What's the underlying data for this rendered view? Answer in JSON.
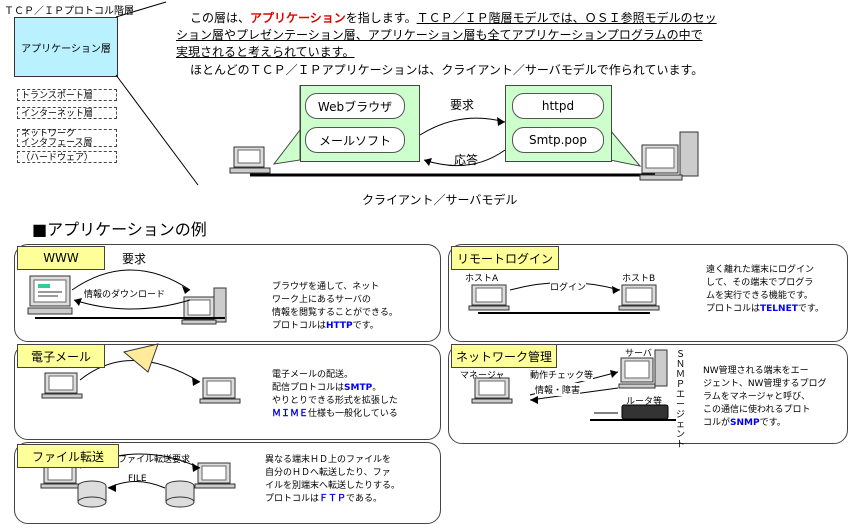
{
  "layers": {
    "title": "ＴＣＰ／ＩＰプロトコル階層",
    "application": "アプリケーション層",
    "transport": "トランスポート層",
    "internet": "インターネット層",
    "netif": "ネットワーク\nインタフェース層",
    "hardware": "（ハードウェア）"
  },
  "intro": {
    "p1_a": "この層は、",
    "p1_red": "アプリケーション",
    "p1_b": "を指します。",
    "p1_ul1": "ＴＣＰ／ＩＰ階層モデルでは、ＯＳＩ参照モデルのセッ",
    "p1_ul2": "ション層やプレゼンテーション層、アプリケーション層も全てアプリケーションプログラムの中で",
    "p1_ul3": "実現されると考えられています。",
    "p2": "ほとんどのＴＣＰ／ＩＰアプリケーションは、クライアント／サーバモデルで作られています。"
  },
  "cs_model": {
    "client_apps": [
      "Webブラウザ",
      "メールソフト"
    ],
    "server_apps": [
      "httpd",
      "Smtp.pop"
    ],
    "request": "要求",
    "response": "応答",
    "caption": "クライアント／サーバモデル"
  },
  "examples_title": "■アプリケーションの例",
  "www": {
    "tag": "WWW",
    "request": "要求",
    "download": "情報のダウンロード",
    "text": [
      "ブラウザを通して、ネット",
      "ワーク上にあるサーバの",
      "情報を閲覧することができる。"
    ],
    "proto_pre": "プロトコルは",
    "proto": "HTTP",
    "proto_post": "です。"
  },
  "email": {
    "tag": "電子メール",
    "text1": "電子メールの配送。",
    "proto_pre": "配信プロトコルは",
    "proto": "SMTP",
    "proto_post": "。",
    "text3": "やりとりできる形式を拡張した",
    "mime": "ＭＩＭＥ",
    "mime_post": "仕様も一般化している"
  },
  "ftp": {
    "tag": "ファイル転送",
    "request": "ファイル転送要求",
    "file": "FILE",
    "text": [
      "異なる端末ＨＤ上のファイルを",
      "自分のＨＤへ転送したり、ファ",
      "イルを別端末へ転送したりする。"
    ],
    "proto_pre": "プロトコルは",
    "proto": "ＦＴＰ",
    "proto_post": "である。"
  },
  "remote": {
    "tag": "リモートログイン",
    "host_a": "ホストA",
    "host_b": "ホストB",
    "login": "ログイン",
    "text": [
      "遠く離れた端末にログイン",
      "して、その端末でプログラ",
      "ムを実行できる機能です。"
    ],
    "proto_pre": "プロトコルは",
    "proto": "TELNET",
    "proto_post": "です。"
  },
  "netmgmt": {
    "tag": "ネットワーク管理",
    "server": "サーバ",
    "manager": "マネージャ",
    "ops": "動作チェック等",
    "info": "情報・障害",
    "router": "ルータ等",
    "agent": "ＳＮＭＰエージェント",
    "text": [
      "NW管理される端末をエー",
      "ジェント、NW管理するプログ",
      "ラムをマネージャと呼び、",
      "この通信に使われるプロト"
    ],
    "proto_pre": "コルが",
    "proto": "SNMP",
    "proto_post": "です。"
  }
}
